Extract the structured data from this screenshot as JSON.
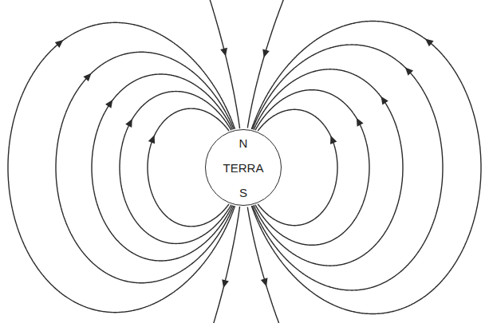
{
  "diagram": {
    "nodes": [
      {
        "text": [
          "N",
          "TERRA",
          "S"
        ]
      }
    ]
  }
}
